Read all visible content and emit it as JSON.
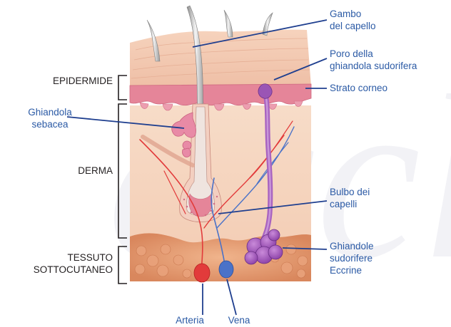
{
  "labels": {
    "epidermide": "EPIDERMIDE",
    "derma": "DERMA",
    "tessuto_line1": "TESSUTO",
    "tessuto_line2": "SOTTOCUTANEO",
    "ghiandola_sebacea_line1": "Ghiandola",
    "ghiandola_sebacea_line2": "sebacea",
    "gambo_line1": "Gambo",
    "gambo_line2": "del capello",
    "poro_line1": "Poro della",
    "poro_line2": "ghiandola sudorifera",
    "strato_corneo": "Strato corneo",
    "bulbo_line1": "Bulbo dei",
    "bulbo_line2": "capelli",
    "eccrine_line1": "Ghiandole",
    "eccrine_line2": "sudorifere",
    "eccrine_line3": "Eccrine",
    "arteria": "Arteria",
    "vena": "Vena"
  },
  "watermark_text": "eccl",
  "colors": {
    "leader_line": "#1f3f8f",
    "label_blue": "#2b5aa5",
    "label_black": "#231f20",
    "dermis": "#f7d9c2",
    "epidermis_top": "#f3c6b0",
    "corneum": "#e7879b",
    "fat": "#e7a07a",
    "artery": "#e23b3b",
    "vein": "#4a72c8",
    "sweat_gland": "#9a55b5",
    "sebaceous": "#e88aa6"
  }
}
